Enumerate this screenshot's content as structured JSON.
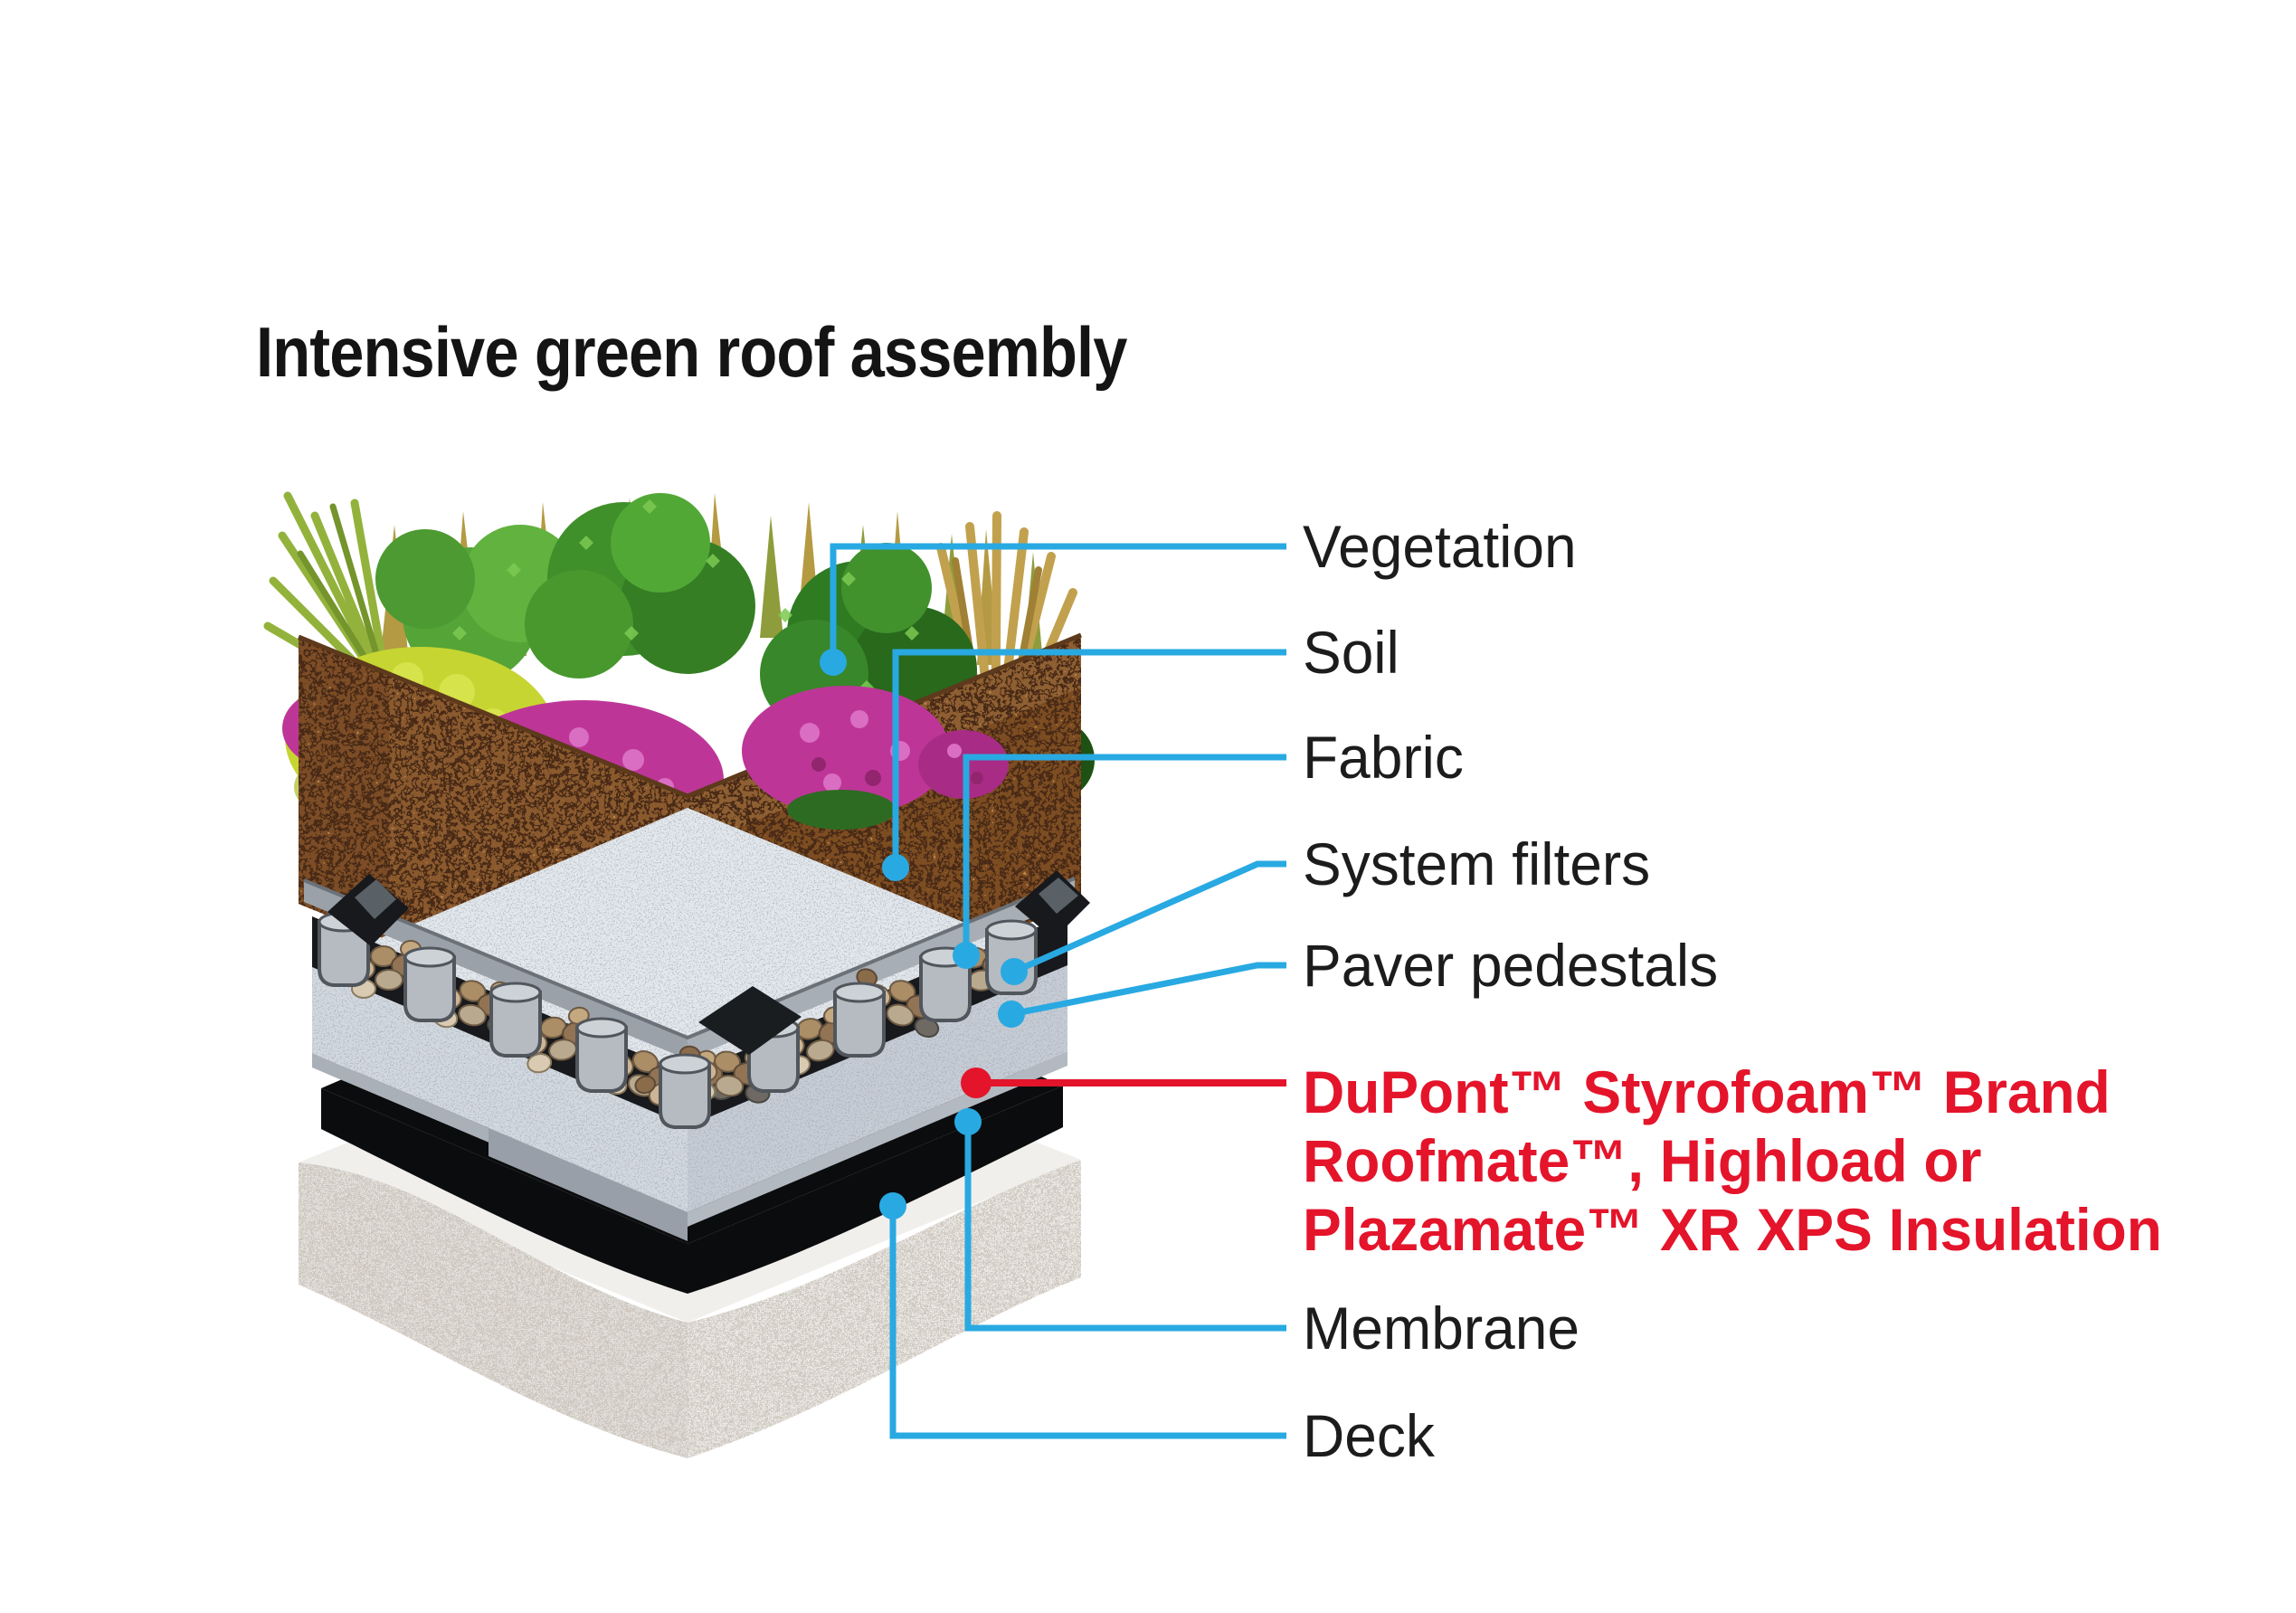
{
  "title": "Intensive green roof assembly",
  "colors": {
    "leader_blue": "#29a9e2",
    "leader_red": "#e4142b",
    "label_text": "#1c1c1c",
    "title_text": "#141414"
  },
  "labels": [
    {
      "id": "vegetation",
      "text": "Vegetation"
    },
    {
      "id": "soil",
      "text": "Soil"
    },
    {
      "id": "fabric",
      "text": "Fabric"
    },
    {
      "id": "system-filters",
      "text": "System filters"
    },
    {
      "id": "paver-pedestals",
      "text": "Paver pedestals"
    },
    {
      "id": "xps-insulation",
      "lines": [
        "DuPont™ Styrofoam™ Brand",
        "Roofmate™, Highload or",
        "Plazamate™ XR XPS Insulation"
      ]
    },
    {
      "id": "membrane",
      "text": "Membrane"
    },
    {
      "id": "deck",
      "text": "Deck"
    }
  ]
}
